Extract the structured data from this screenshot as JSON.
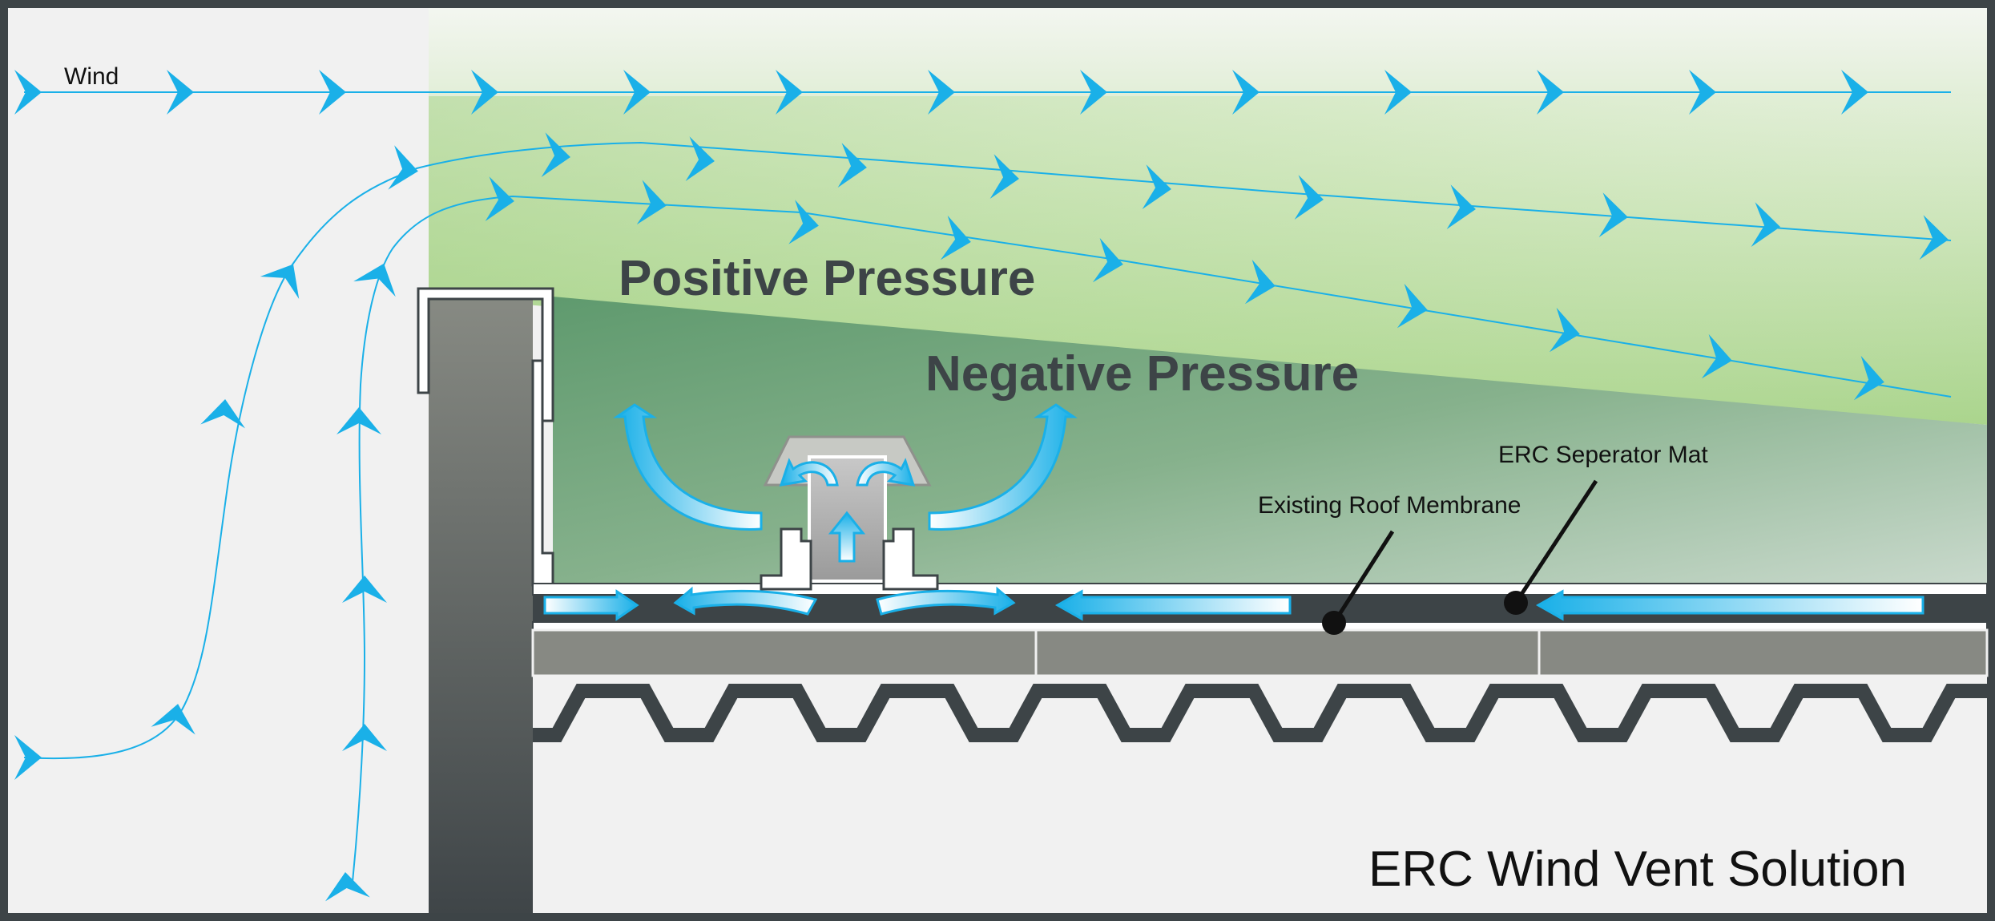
{
  "labels": {
    "wind": "Wind",
    "positive_pressure": "Positive Pressure",
    "negative_pressure": "Negative Pressure",
    "separator_mat": "ERC Seperator Mat",
    "roof_membrane": "Existing Roof Membrane",
    "title": "ERC Wind Vent Solution"
  },
  "colors": {
    "frame": "#3d4447",
    "background": "#f1f1f1",
    "wind_arrow": "#1ab0e8",
    "positive_zone": "#a8d58a",
    "negative_zone": "#6fa47a",
    "parapet": "#6f726c",
    "deck": "#878983",
    "membrane": "#3d4447",
    "label_text": "#3d4447"
  },
  "icons": [
    "wind-chevron-icon",
    "airflow-arrow-icon",
    "vent-cap-icon"
  ]
}
